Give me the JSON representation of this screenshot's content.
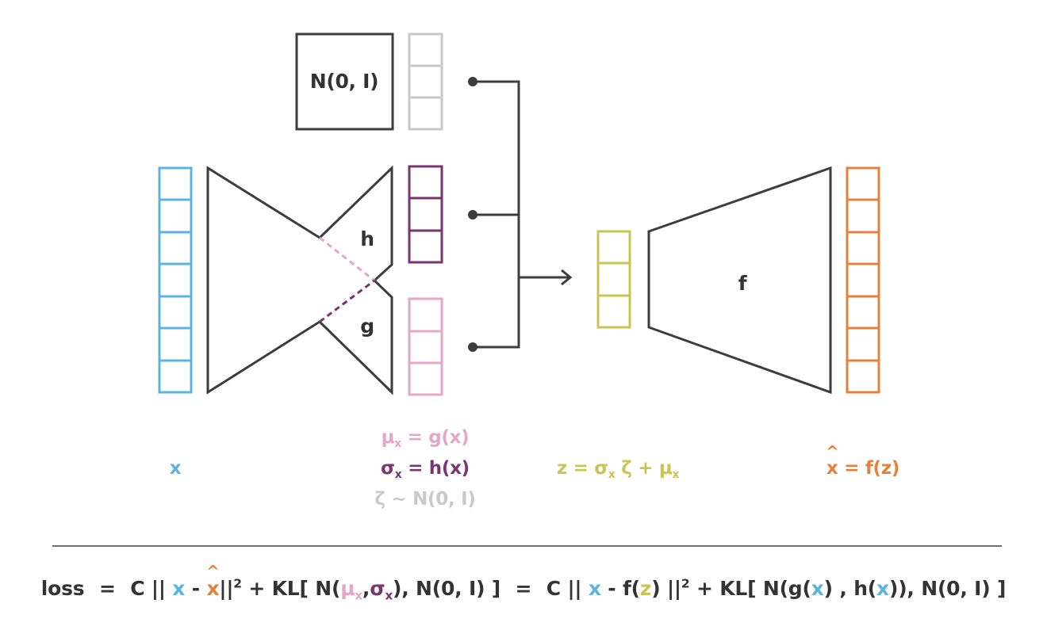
{
  "colors": {
    "dark": "#3d3d3d",
    "blue": "#5cb3e0",
    "purple": "#7b3372",
    "pink": "#e4a7c7",
    "gray": "#c9c9c9",
    "yellow": "#cbc352",
    "orange": "#e5813e",
    "text": "#333333"
  },
  "boxes": {
    "prior_box": "N(0, I)",
    "encoder_h": "h",
    "encoder_g": "g",
    "decoder_f": "f"
  },
  "labels": {
    "x": "x",
    "mu": {
      "sym": "μ",
      "sub": "x",
      "rest": " = g(x)"
    },
    "sigma": {
      "sym": "σ",
      "sub": "x",
      "rest": " = h(x)"
    },
    "zeta": "ζ ~ N(0, I)",
    "z": {
      "pre": "z = σ",
      "sub1": "x",
      "mid": " ζ + μ",
      "sub2": "x"
    },
    "xhat": {
      "x": "x",
      "caret": "^",
      "rest": " = f(z)"
    }
  },
  "loss": {
    "p1": "loss",
    "eq": "=",
    "c": "C ||",
    "x": "x",
    "minus": "-",
    "xhat": "x",
    "caret": "^",
    "norm": "||",
    "sq": "2",
    "plus": "+",
    "kl": "KL[ N(",
    "mu": "μ",
    "sub_x": "x",
    "comma": ",",
    "sigma": "σ",
    "close1": "), N(0, I) ]",
    "eq2": "=",
    "c2": "C ||",
    "x2": "x",
    "minus2": "-",
    "f": "f(",
    "z": "z",
    "fclose": ") ||",
    "sq2": "2",
    "plus2": "+",
    "kl2": "KL[ N(g(",
    "x3": "x",
    "mid2": ") , h(",
    "x4": "x",
    "close2": ")), N(0, I) ]"
  }
}
